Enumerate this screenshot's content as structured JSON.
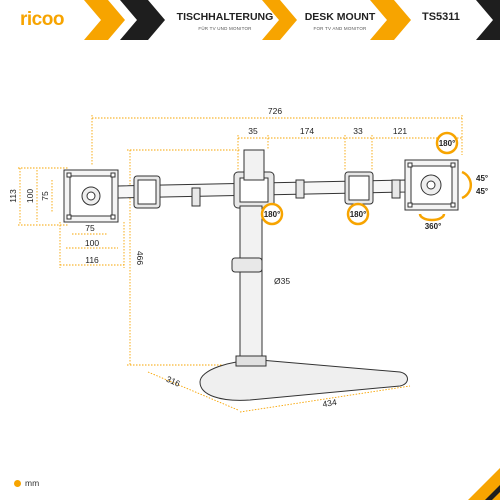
{
  "header": {
    "brand": "ricoo",
    "title_de": "TISCHHALTERUNG",
    "subtitle_de": "FÜR TV UND MONITOR",
    "title_en": "DESK MOUNT",
    "subtitle_en": "FOR TV AND MONITOR",
    "model": "TS5311",
    "accent_color": "#f7a400"
  },
  "dimensions": {
    "total_width": "726",
    "arm_clamp": "35",
    "arm_gap": "174",
    "arm_clamp_right": "33",
    "arm_end": "121",
    "vesa_height_outer": "113",
    "vesa_height_inner": "100",
    "vesa_height_small": "75",
    "vesa_width_small": "75",
    "vesa_width_inner": "100",
    "vesa_width_outer": "116",
    "pole_height": "466",
    "pole_diameter": "Ø35",
    "base_depth": "316",
    "base_width": "434"
  },
  "rotations": {
    "top_right": "180°",
    "left_arm": "180°",
    "right_arm": "180°",
    "tilt_up": "45°",
    "tilt_down": "45°",
    "swivel": "360°"
  },
  "footer": {
    "unit": "mm"
  }
}
